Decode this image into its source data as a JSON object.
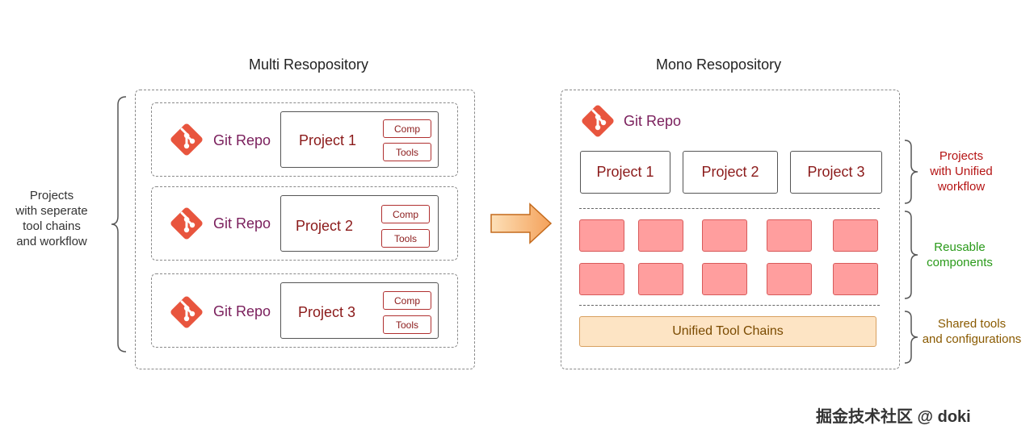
{
  "left": {
    "title": "Multi Resopository",
    "side_label": [
      "Projects",
      "with seperate",
      "tool chains",
      "and workflow"
    ],
    "repos": [
      {
        "git_label": "Git Repo",
        "project": "Project 1",
        "comp": "Comp",
        "tools": "Tools"
      },
      {
        "git_label": "Git Repo",
        "project": "Project 2",
        "comp": "Comp",
        "tools": "Tools"
      },
      {
        "git_label": "Git Repo",
        "project": "Project 3",
        "comp": "Comp",
        "tools": "Tools"
      }
    ]
  },
  "right": {
    "title": "Mono Resopository",
    "git_label": "Git Repo",
    "projects": [
      "Project 1",
      "Project 2",
      "Project 3"
    ],
    "toolchain": "Unified Tool Chains",
    "labels": {
      "projects": [
        "Projects",
        "with Unified",
        "workflow"
      ],
      "reusable": [
        "Reusable",
        "components"
      ],
      "shared": [
        "Shared tools",
        "and configurations"
      ]
    }
  },
  "colors": {
    "git_icon": "#e8553e",
    "component_tile": "#ff9e9e",
    "toolchain_fill": "#fde4c4",
    "label_projects": "#b51414",
    "label_reusable": "#2a9a1a",
    "label_shared": "#8a5a00",
    "arrow": "#f4a15a"
  },
  "watermark": "掘金技术社区 @ doki"
}
